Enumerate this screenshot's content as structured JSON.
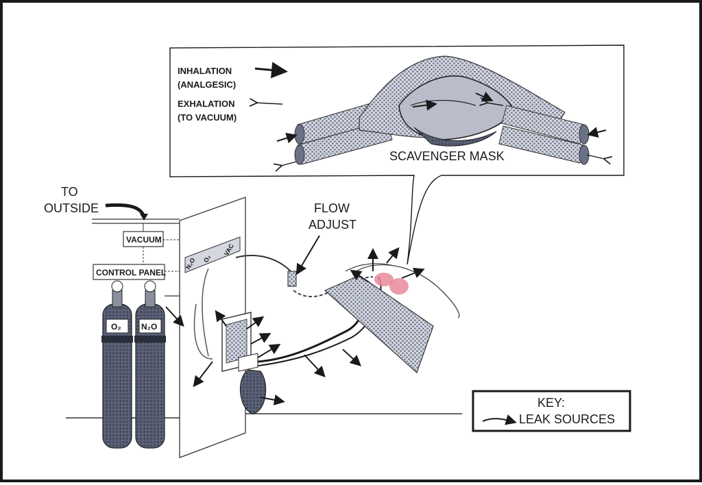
{
  "legend": {
    "inhalation_line1": "INHALATION",
    "inhalation_line2": "(ANALGESIC)",
    "exhalation_line1": "EXHALATION",
    "exhalation_line2": "(TO VACUUM)"
  },
  "labels": {
    "scavenger_mask": "SCAVENGER MASK",
    "to_outside_line1": "TO",
    "to_outside_line2": "OUTSIDE",
    "flow_adjust_line1": "FLOW",
    "flow_adjust_line2": "ADJUST",
    "vacuum": "VACUUM",
    "control_panel": "CONTROL PANEL",
    "cylinder_o2": "O₂",
    "cylinder_n2o": "N₂O",
    "panel_port_1": "N₂O",
    "panel_port_2": "O₂",
    "panel_port_3": "VAC"
  },
  "key": {
    "title": "KEY:",
    "leak_sources": "LEAK SOURCES"
  },
  "colors": {
    "ink": "#1a1a1a",
    "mesh": "#7a8196",
    "mesh_dark": "#4a5064",
    "leak_highlight": "#e88a9a",
    "cylinder": "#3f4558"
  }
}
